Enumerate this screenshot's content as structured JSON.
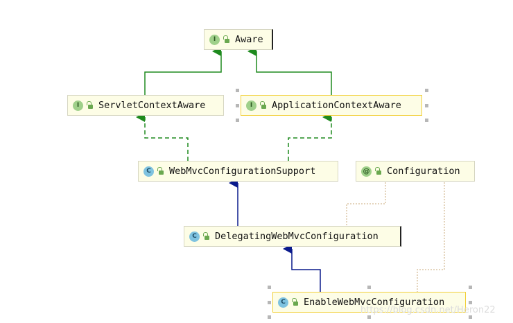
{
  "nodes": {
    "aware": {
      "kind": "interface",
      "badge": "I",
      "label": "Aware"
    },
    "servlet_context_aware": {
      "kind": "interface",
      "badge": "I",
      "label": "ServletContextAware"
    },
    "application_context_aware": {
      "kind": "interface",
      "badge": "I",
      "label": "ApplicationContextAware"
    },
    "web_mvc_configuration_support": {
      "kind": "class",
      "badge": "C",
      "label": "WebMvcConfigurationSupport"
    },
    "configuration": {
      "kind": "annotation",
      "badge": "@",
      "label": "Configuration"
    },
    "delegating_web_mvc_configuration": {
      "kind": "class",
      "badge": "C",
      "label": "DelegatingWebMvcConfiguration"
    },
    "enable_web_mvc_configuration": {
      "kind": "class",
      "badge": "C",
      "label": "EnableWebMvcConfiguration"
    }
  },
  "edges": [
    {
      "from": "servlet_context_aware",
      "to": "aware",
      "relation": "extends-interface",
      "style": "solid",
      "color": "#1e8a1e"
    },
    {
      "from": "application_context_aware",
      "to": "aware",
      "relation": "extends-interface",
      "style": "solid",
      "color": "#1e8a1e"
    },
    {
      "from": "web_mvc_configuration_support",
      "to": "servlet_context_aware",
      "relation": "implements",
      "style": "dashed",
      "color": "#1e8a1e"
    },
    {
      "from": "web_mvc_configuration_support",
      "to": "application_context_aware",
      "relation": "implements",
      "style": "dashed",
      "color": "#1e8a1e"
    },
    {
      "from": "delegating_web_mvc_configuration",
      "to": "web_mvc_configuration_support",
      "relation": "extends",
      "style": "solid",
      "color": "#0a1a8c"
    },
    {
      "from": "enable_web_mvc_configuration",
      "to": "delegating_web_mvc_configuration",
      "relation": "extends",
      "style": "solid",
      "color": "#0a1a8c"
    },
    {
      "from": "configuration",
      "to": "delegating_web_mvc_configuration",
      "relation": "annotated",
      "style": "dotted",
      "color": "#c8a878"
    },
    {
      "from": "configuration",
      "to": "enable_web_mvc_configuration",
      "relation": "annotated",
      "style": "dotted",
      "color": "#c8a878"
    }
  ],
  "watermark": "https://blog.csdn.net/Heron22"
}
